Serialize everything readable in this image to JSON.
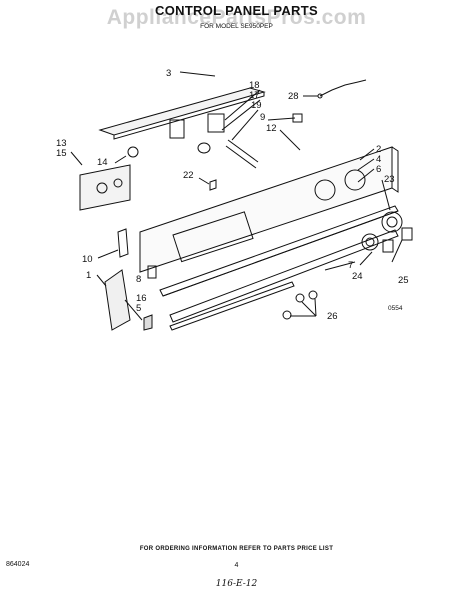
{
  "header": {
    "title": "CONTROL PANEL PARTS",
    "watermark": "AppliancePartsPros.com",
    "subtitle": "FOR MODEL SE950PEP"
  },
  "callouts": [
    "1",
    "2",
    "3",
    "4",
    "5",
    "6",
    "7",
    "8",
    "9",
    "10",
    "12",
    "13",
    "14",
    "15",
    "16",
    "17",
    "18",
    "19",
    "22",
    "23",
    "24",
    "25",
    "26",
    "28"
  ],
  "diagram_code": "0554",
  "footer": {
    "ordering_note": "FOR ORDERING INFORMATION REFER TO PARTS PRICE LIST",
    "form_number": "864024",
    "page_number": "4",
    "handwritten_note": "116-E-12"
  }
}
